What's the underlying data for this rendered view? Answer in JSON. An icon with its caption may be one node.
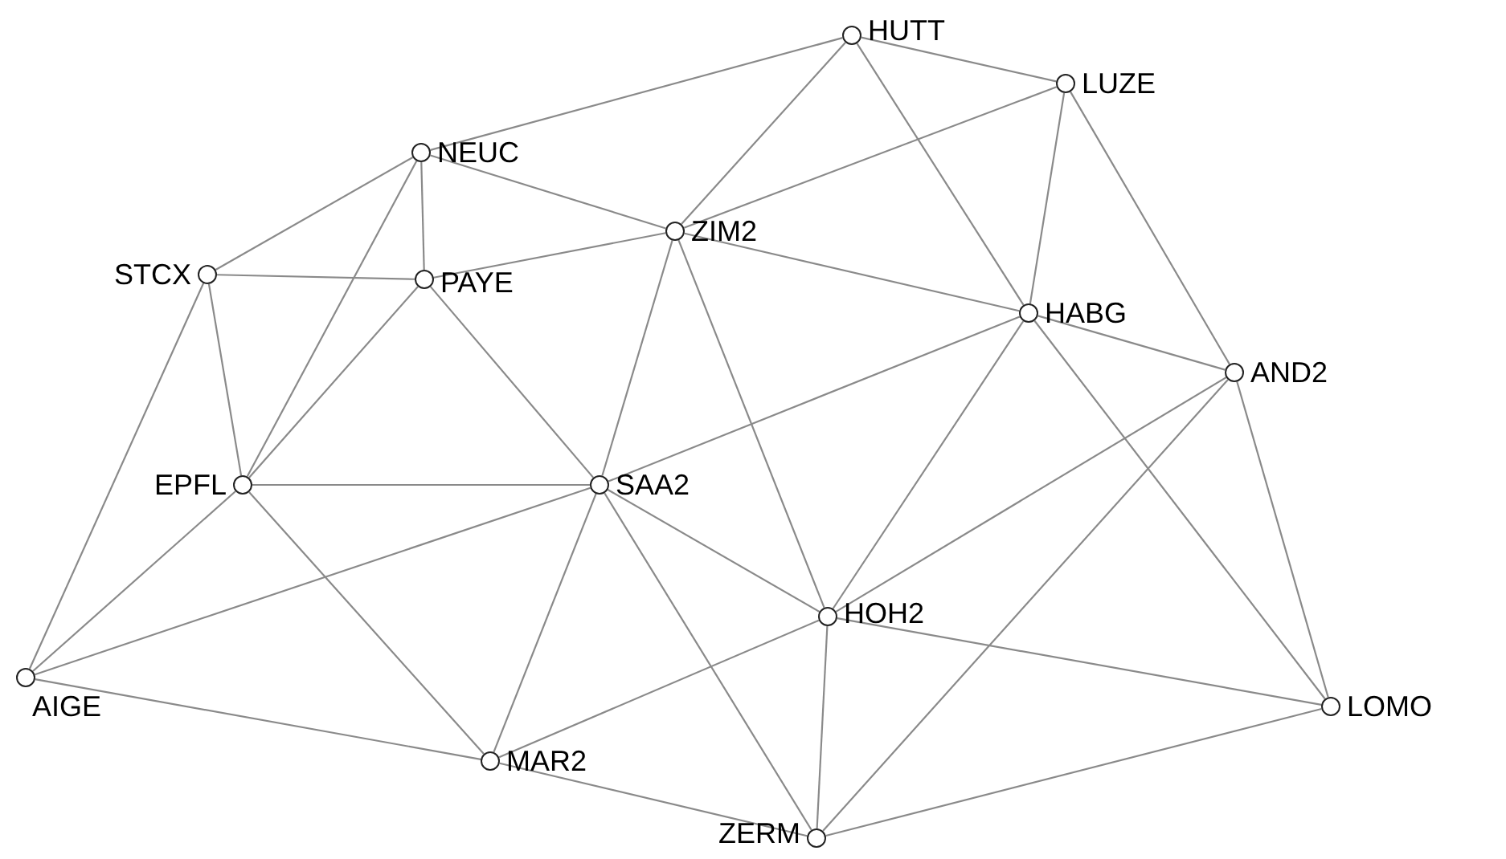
{
  "diagram": {
    "nodes": [
      {
        "text": [],
        "shape": "circle",
        "beside": [
          "HUTT"
        ]
      },
      {
        "text": [],
        "shape": "circle",
        "beside": [
          "LUZE"
        ]
      },
      {
        "text": [],
        "shape": "circle",
        "beside": [
          "NEUC"
        ]
      },
      {
        "text": [],
        "shape": "circle",
        "beside": [
          "ZIM2"
        ]
      },
      {
        "text": [],
        "shape": "circle",
        "beside": [
          "STCX"
        ]
      },
      {
        "text": [],
        "shape": "circle",
        "beside": [
          "PAYE"
        ]
      },
      {
        "text": [],
        "shape": "circle",
        "beside": [
          "HABG"
        ]
      },
      {
        "text": [],
        "shape": "circle",
        "beside": [
          "AND2"
        ]
      },
      {
        "text": [],
        "shape": "circle",
        "beside": [
          "EPFL"
        ]
      },
      {
        "text": [],
        "shape": "circle",
        "beside": [
          "SAA2"
        ]
      },
      {
        "text": [],
        "shape": "circle",
        "beside": [
          "HOH2"
        ]
      },
      {
        "text": [],
        "shape": "circle",
        "beside": [
          "AIGE"
        ]
      },
      {
        "text": [],
        "shape": "circle",
        "beside": [
          "LOMO"
        ]
      },
      {
        "text": [],
        "shape": "circle",
        "beside": [
          "MAR2"
        ]
      },
      {
        "text": [],
        "shape": "circle",
        "beside": [
          "ZERM"
        ]
      }
    ],
    "edges": [
      {
        "from": 0,
        "to": 1,
        "arrow": "none"
      },
      {
        "from": 0,
        "to": 2,
        "arrow": "none"
      },
      {
        "from": 0,
        "to": 3,
        "arrow": "none"
      },
      {
        "from": 0,
        "to": 6,
        "arrow": "none"
      },
      {
        "from": 1,
        "to": 3,
        "arrow": "none"
      },
      {
        "from": 1,
        "to": 6,
        "arrow": "none"
      },
      {
        "from": 1,
        "to": 7,
        "arrow": "none"
      },
      {
        "from": 2,
        "to": 4,
        "arrow": "none"
      },
      {
        "from": 2,
        "to": 5,
        "arrow": "none"
      },
      {
        "from": 2,
        "to": 3,
        "arrow": "none"
      },
      {
        "from": 2,
        "to": 8,
        "arrow": "none"
      },
      {
        "from": 4,
        "to": 5,
        "arrow": "none"
      },
      {
        "from": 4,
        "to": 8,
        "arrow": "none"
      },
      {
        "from": 4,
        "to": 11,
        "arrow": "none"
      },
      {
        "from": 5,
        "to": 3,
        "arrow": "none"
      },
      {
        "from": 5,
        "to": 8,
        "arrow": "none"
      },
      {
        "from": 5,
        "to": 9,
        "arrow": "none"
      },
      {
        "from": 3,
        "to": 6,
        "arrow": "none"
      },
      {
        "from": 3,
        "to": 9,
        "arrow": "none"
      },
      {
        "from": 3,
        "to": 10,
        "arrow": "none"
      },
      {
        "from": 6,
        "to": 7,
        "arrow": "none"
      },
      {
        "from": 6,
        "to": 9,
        "arrow": "none"
      },
      {
        "from": 6,
        "to": 10,
        "arrow": "none"
      },
      {
        "from": 6,
        "to": 12,
        "arrow": "none"
      },
      {
        "from": 7,
        "to": 10,
        "arrow": "none"
      },
      {
        "from": 7,
        "to": 14,
        "arrow": "none"
      },
      {
        "from": 7,
        "to": 12,
        "arrow": "none"
      },
      {
        "from": 8,
        "to": 9,
        "arrow": "none"
      },
      {
        "from": 8,
        "to": 11,
        "arrow": "none"
      },
      {
        "from": 8,
        "to": 13,
        "arrow": "none"
      },
      {
        "from": 9,
        "to": 11,
        "arrow": "none"
      },
      {
        "from": 9,
        "to": 10,
        "arrow": "none"
      },
      {
        "from": 9,
        "to": 13,
        "arrow": "none"
      },
      {
        "from": 9,
        "to": 14,
        "arrow": "none"
      },
      {
        "from": 10,
        "to": 13,
        "arrow": "none"
      },
      {
        "from": 10,
        "to": 14,
        "arrow": "none"
      },
      {
        "from": 10,
        "to": 12,
        "arrow": "none"
      },
      {
        "from": 11,
        "to": 13,
        "arrow": "none"
      },
      {
        "from": 13,
        "to": 14,
        "arrow": "none"
      },
      {
        "from": 14,
        "to": 12,
        "arrow": "none"
      }
    ]
  }
}
